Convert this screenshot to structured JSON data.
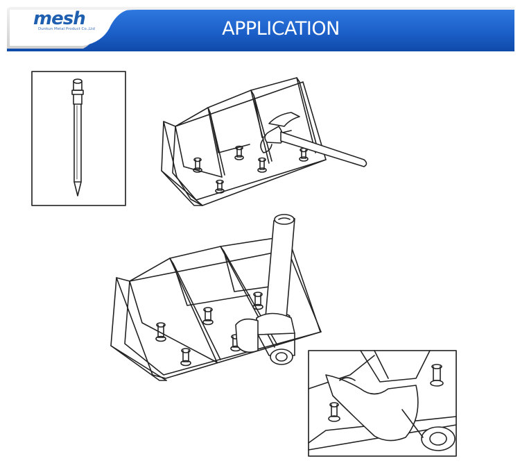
{
  "header": {
    "logo_text": "mesh",
    "logo_subtext": "Dunkun Metal Product Co.,Ltd",
    "title": "APPLICATION",
    "accent_color": "#1a5dc6"
  },
  "illustrations": [
    {
      "id": "nail-diagram",
      "icon": "nail-icon"
    },
    {
      "id": "formwork-with-hammer-small",
      "icon": "hammer-icon"
    },
    {
      "id": "formwork-with-hammer-large",
      "icon": "hammer-icon"
    },
    {
      "id": "detail-closeup",
      "icon": "closeup-icon"
    }
  ]
}
